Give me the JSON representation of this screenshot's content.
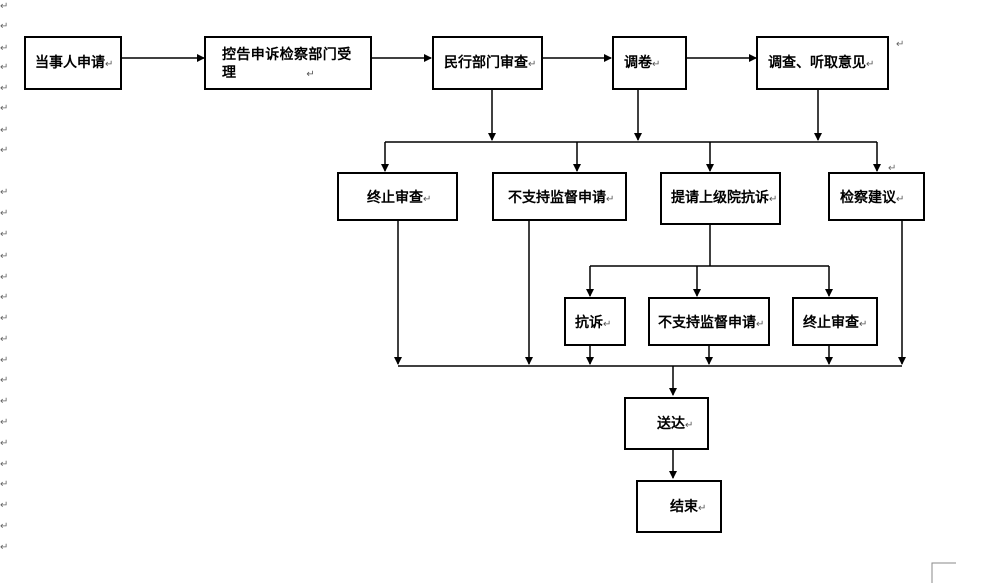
{
  "paragraph_mark": "↵",
  "nodes": {
    "party_apply": "当事人申请",
    "complaint_accept": "控告申诉检察部门受理",
    "civil_review": "民行部门审查",
    "retrieve_file": "调卷",
    "investigate": "调查、听取意见",
    "terminate_review": "终止审查",
    "not_support": "不支持监督申请",
    "request_protest": "提请上级院抗诉",
    "procuratorial_advice": "检察建议",
    "protest": "抗诉",
    "not_support_2": "不支持监督申请",
    "terminate_review_2": "终止审查",
    "deliver": "送达",
    "end": "结束"
  }
}
